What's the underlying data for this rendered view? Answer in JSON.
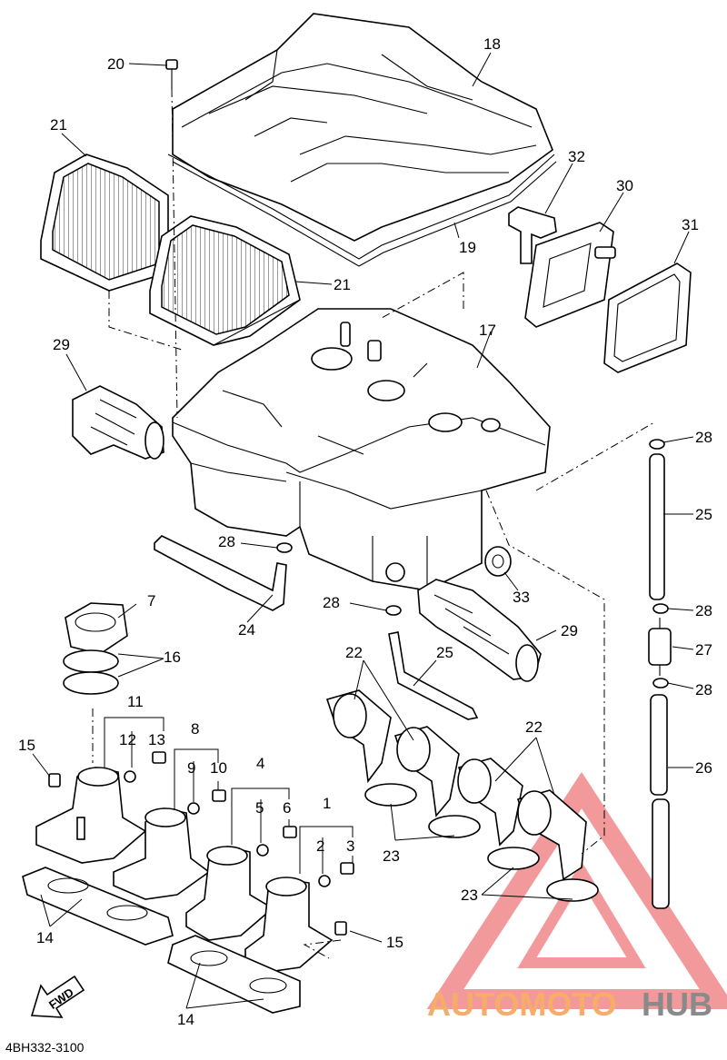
{
  "diagram": {
    "drawing_code": "4BH332-3100",
    "direction_label": "FWD",
    "watermark": {
      "text_a": "AUTOMOTO",
      "text_b": "HUB",
      "color_a": "#f6ad6a",
      "color_b": "#8a8a8a",
      "logo_color": "#e8454a"
    },
    "callouts": {
      "c1": "1",
      "c2": "2",
      "c3": "3",
      "c4": "4",
      "c5": "5",
      "c6": "6",
      "c7": "7",
      "c8": "8",
      "c9": "9",
      "c10": "10",
      "c11": "11",
      "c12": "12",
      "c13": "13",
      "c14a": "14",
      "c14b": "14",
      "c15a": "15",
      "c15b": "15",
      "c16": "16",
      "c17": "17",
      "c18": "18",
      "c19": "19",
      "c20": "20",
      "c21a": "21",
      "c21b": "21",
      "c22a": "22",
      "c22b": "22",
      "c23a": "23",
      "c23b": "23",
      "c24": "24",
      "c25a": "25",
      "c25b": "25",
      "c26": "26",
      "c27": "27",
      "c28a": "28",
      "c28b": "28",
      "c28c": "28",
      "c28d": "28",
      "c28e": "28",
      "c29a": "29",
      "c29b": "29",
      "c30": "30",
      "c31": "31",
      "c32": "32",
      "c33": "33"
    }
  }
}
